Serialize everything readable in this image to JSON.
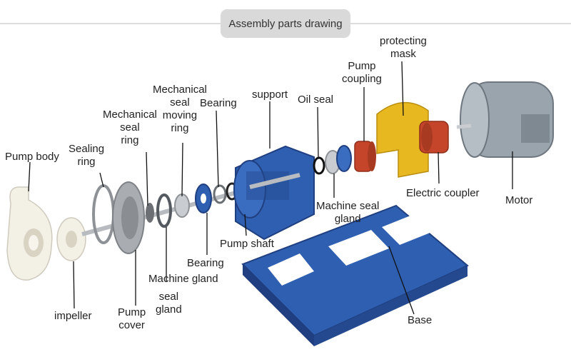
{
  "title": "Assembly parts drawing",
  "labels": {
    "pump_body": "Pump body",
    "sealing_ring": [
      "Sealing",
      "ring"
    ],
    "mech_seal_ring": [
      "Mechanical",
      "seal",
      "ring"
    ],
    "mech_seal_moving": [
      "Mechanical",
      "seal",
      "moving",
      "ring"
    ],
    "bearing_top": "Bearing",
    "support": "support",
    "oil_seal": "Oil seal",
    "pump_coupling": [
      "Pump",
      "coupling"
    ],
    "protecting_mask": [
      "protecting",
      "mask"
    ],
    "electric_coupler": "Electric coupler",
    "motor": "Motor",
    "machine_seal_gland_right": [
      "Machine seal",
      "gland"
    ],
    "pump_shaft": "Pump shaft",
    "bearing_bottom": "Bearing",
    "machine_gland": "Machine gland",
    "seal_gland": [
      "seal",
      "gland"
    ],
    "impeller": "impeller",
    "pump_cover": [
      "Pump",
      "cover"
    ],
    "base": "Base"
  },
  "colors": {
    "blue": "#2f5fb0",
    "blue_dark": "#1f3f80",
    "orange": "#c4452a",
    "yellow": "#e8b820",
    "motor": "#9aa4ad",
    "white_part": "#f3f0e6",
    "steel": "#b8bcc0"
  }
}
